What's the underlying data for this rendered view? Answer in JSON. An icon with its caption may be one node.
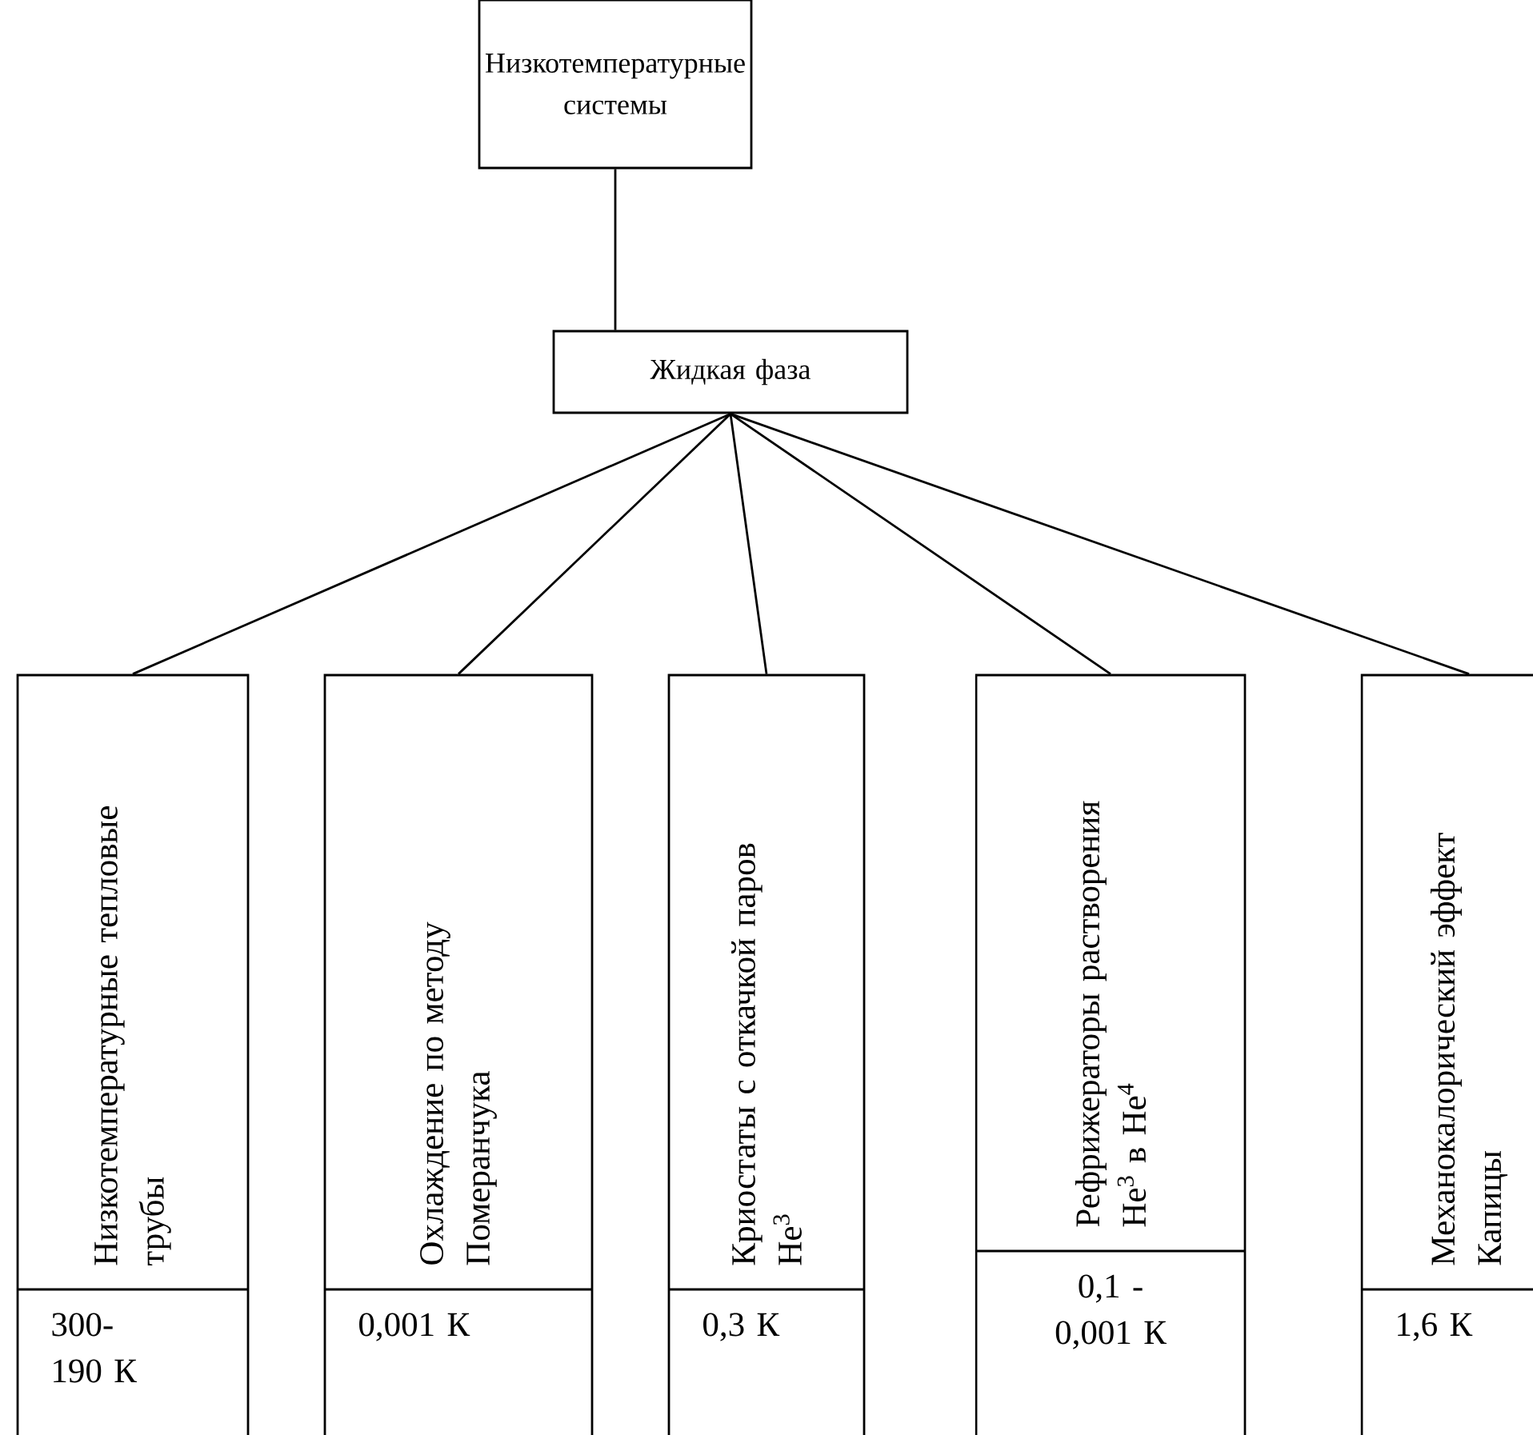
{
  "diagram": {
    "nodes": [
      {
        "text": [
          "Низкотемпературные системы"
        ]
      },
      {
        "text": [
          "Жидкая фаза"
        ]
      },
      {
        "text": [
          "Низкотемпературные тепловые трубы",
          "300- 190 К"
        ]
      },
      {
        "text": [
          "Охлаждение по методу Померанчука",
          "0,001 К"
        ]
      },
      {
        "text": [
          "Криостаты с откачкой паров He$^{3}$",
          "0,3 К"
        ]
      },
      {
        "text": [
          "Рефрижераторы растворения He$^{3}$ в He$^{4}$",
          "0,1 - 0,001 К"
        ]
      },
      {
        "text": [
          "Механокалорический эффект Капицы",
          "1,6 К"
        ]
      }
    ],
    "edges": [
      {
        "from": 0,
        "to": 1,
        "arrow": "none"
      },
      {
        "from": 1,
        "to": 2,
        "arrow": "none"
      },
      {
        "from": 1,
        "to": 3,
        "arrow": "none"
      },
      {
        "from": 1,
        "to": 4,
        "arrow": "none"
      },
      {
        "from": 1,
        "to": 5,
        "arrow": "none"
      },
      {
        "from": 1,
        "to": 6,
        "arrow": "none"
      }
    ]
  }
}
